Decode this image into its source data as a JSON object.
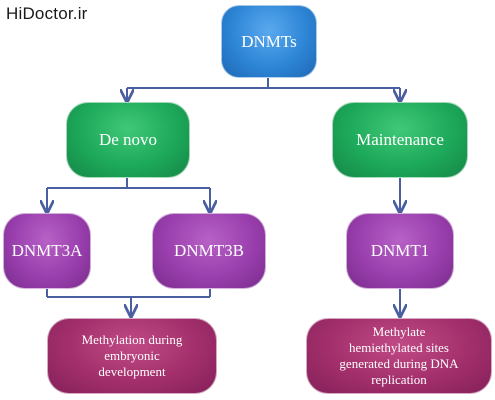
{
  "watermark": "HiDoctor.ir",
  "nodes": {
    "root": "DNMTs",
    "de_novo": "De novo",
    "maintenance": "Maintenance",
    "dnmt3a": "DNMT3A",
    "dnmt3b": "DNMT3B",
    "dnmt1": "DNMT1",
    "methylation_during": "Methylation during",
    "embryonic": "embryonic",
    "development": "development",
    "methylate": "Methylate",
    "hemimethylated": "hemiethylated sites",
    "generated": "generated during DNA",
    "replication": "replication"
  },
  "colors": {
    "root": "#2e86d6",
    "level1": "#1da95a",
    "level2": "#9a3fae",
    "level3": "#a22f6b",
    "connector": "#4a5fa0"
  }
}
